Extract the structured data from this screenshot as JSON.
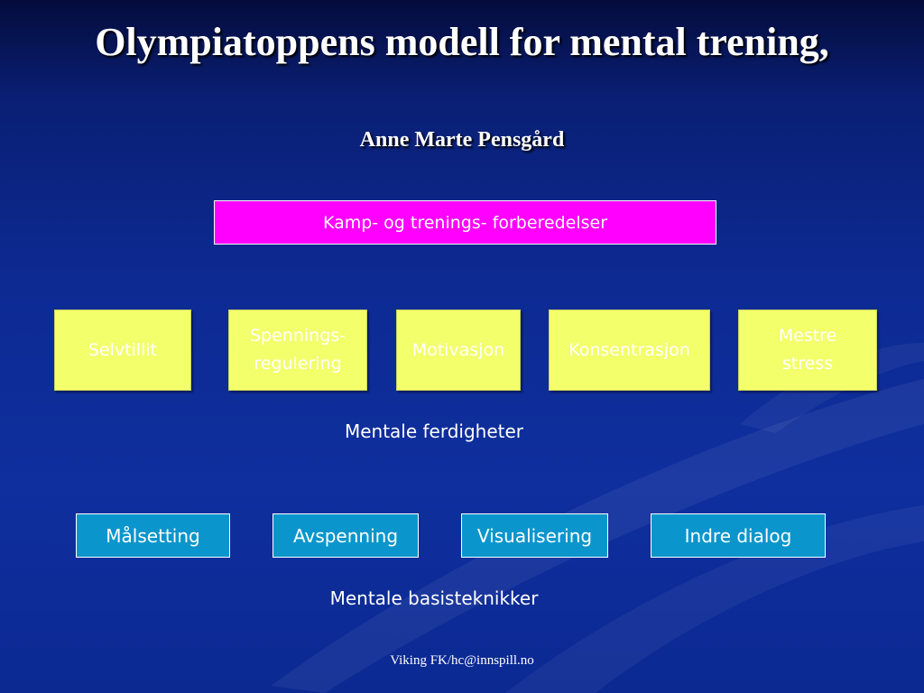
{
  "slide": {
    "title": "Olympiatoppens modell for mental trening,",
    "subtitle": "Anne Marte Pensgård",
    "top_box": "Kamp- og trenings- forberedelser",
    "skills": [
      {
        "label": "Selvtillit"
      },
      {
        "label": "Spennings-\nregulering"
      },
      {
        "label": "Motivasjon"
      },
      {
        "label": "Konsentrasjon"
      },
      {
        "label": "Mestre\nstress"
      }
    ],
    "skills_caption": "Mentale ferdigheter",
    "techniques": [
      {
        "label": "Målsetting"
      },
      {
        "label": "Avspenning"
      },
      {
        "label": "Visualisering"
      },
      {
        "label": "Indre dialog"
      }
    ],
    "techniques_caption": "Mentale basisteknikker",
    "footer": "Viking FK/hc@innspill.no"
  },
  "colors": {
    "background": "#0d2a92",
    "top_box": "#ff00ff",
    "skill_box": "#f3ff6b",
    "technique_box": "#0a96cc"
  }
}
